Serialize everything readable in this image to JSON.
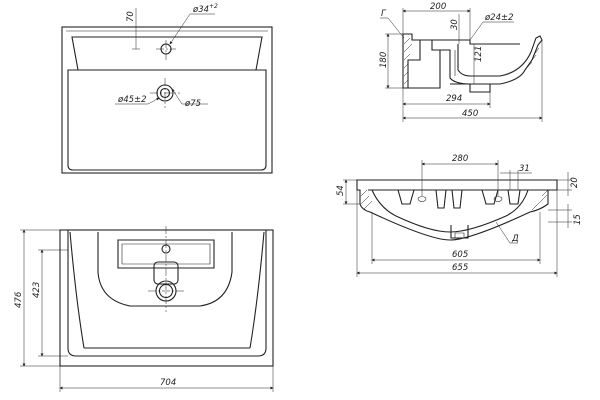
{
  "top_view": {
    "dim_70": "70",
    "dim_hole_34": "ø34",
    "dim_hole_34_tol": "+2",
    "dim_drain_45": "ø45±2",
    "dim_drain_75": "ø75"
  },
  "side_view": {
    "label_g": "Г",
    "dim_200": "200",
    "dim_30": "30",
    "dim_24": "ø24±2",
    "dim_180": "180",
    "dim_121": "121",
    "dim_294": "294",
    "dim_450": "450"
  },
  "front_section": {
    "dim_280": "280",
    "dim_31": "31",
    "dim_20": "20",
    "dim_54": "54",
    "dim_15": "15",
    "label_d": "Д",
    "dim_605": "605",
    "dim_655": "655"
  },
  "bottom_view": {
    "dim_476": "476",
    "dim_423": "423",
    "dim_704": "704"
  }
}
